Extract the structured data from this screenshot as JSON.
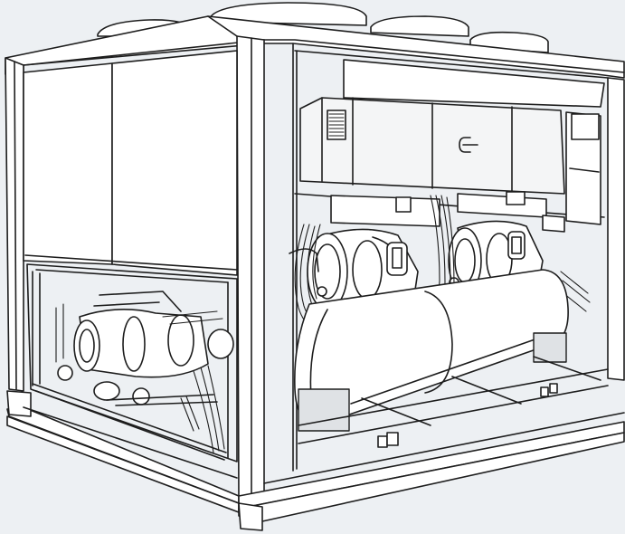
{
  "figure": {
    "subject": "air-cooled-chiller-cutaway",
    "colors": {
      "background": "#edf0f3",
      "line": "#1d1d1d",
      "panel": "#ffffff",
      "shade": "#dfe2e5"
    },
    "components": [
      {
        "id": "condenser-fans",
        "icon": "fan-shroud"
      },
      {
        "id": "control-cabinet",
        "icon": "cabinet"
      },
      {
        "id": "compressors",
        "icon": "compressor"
      },
      {
        "id": "evaporator",
        "icon": "heat-exchanger"
      },
      {
        "id": "base-frame",
        "icon": "skid"
      }
    ]
  }
}
